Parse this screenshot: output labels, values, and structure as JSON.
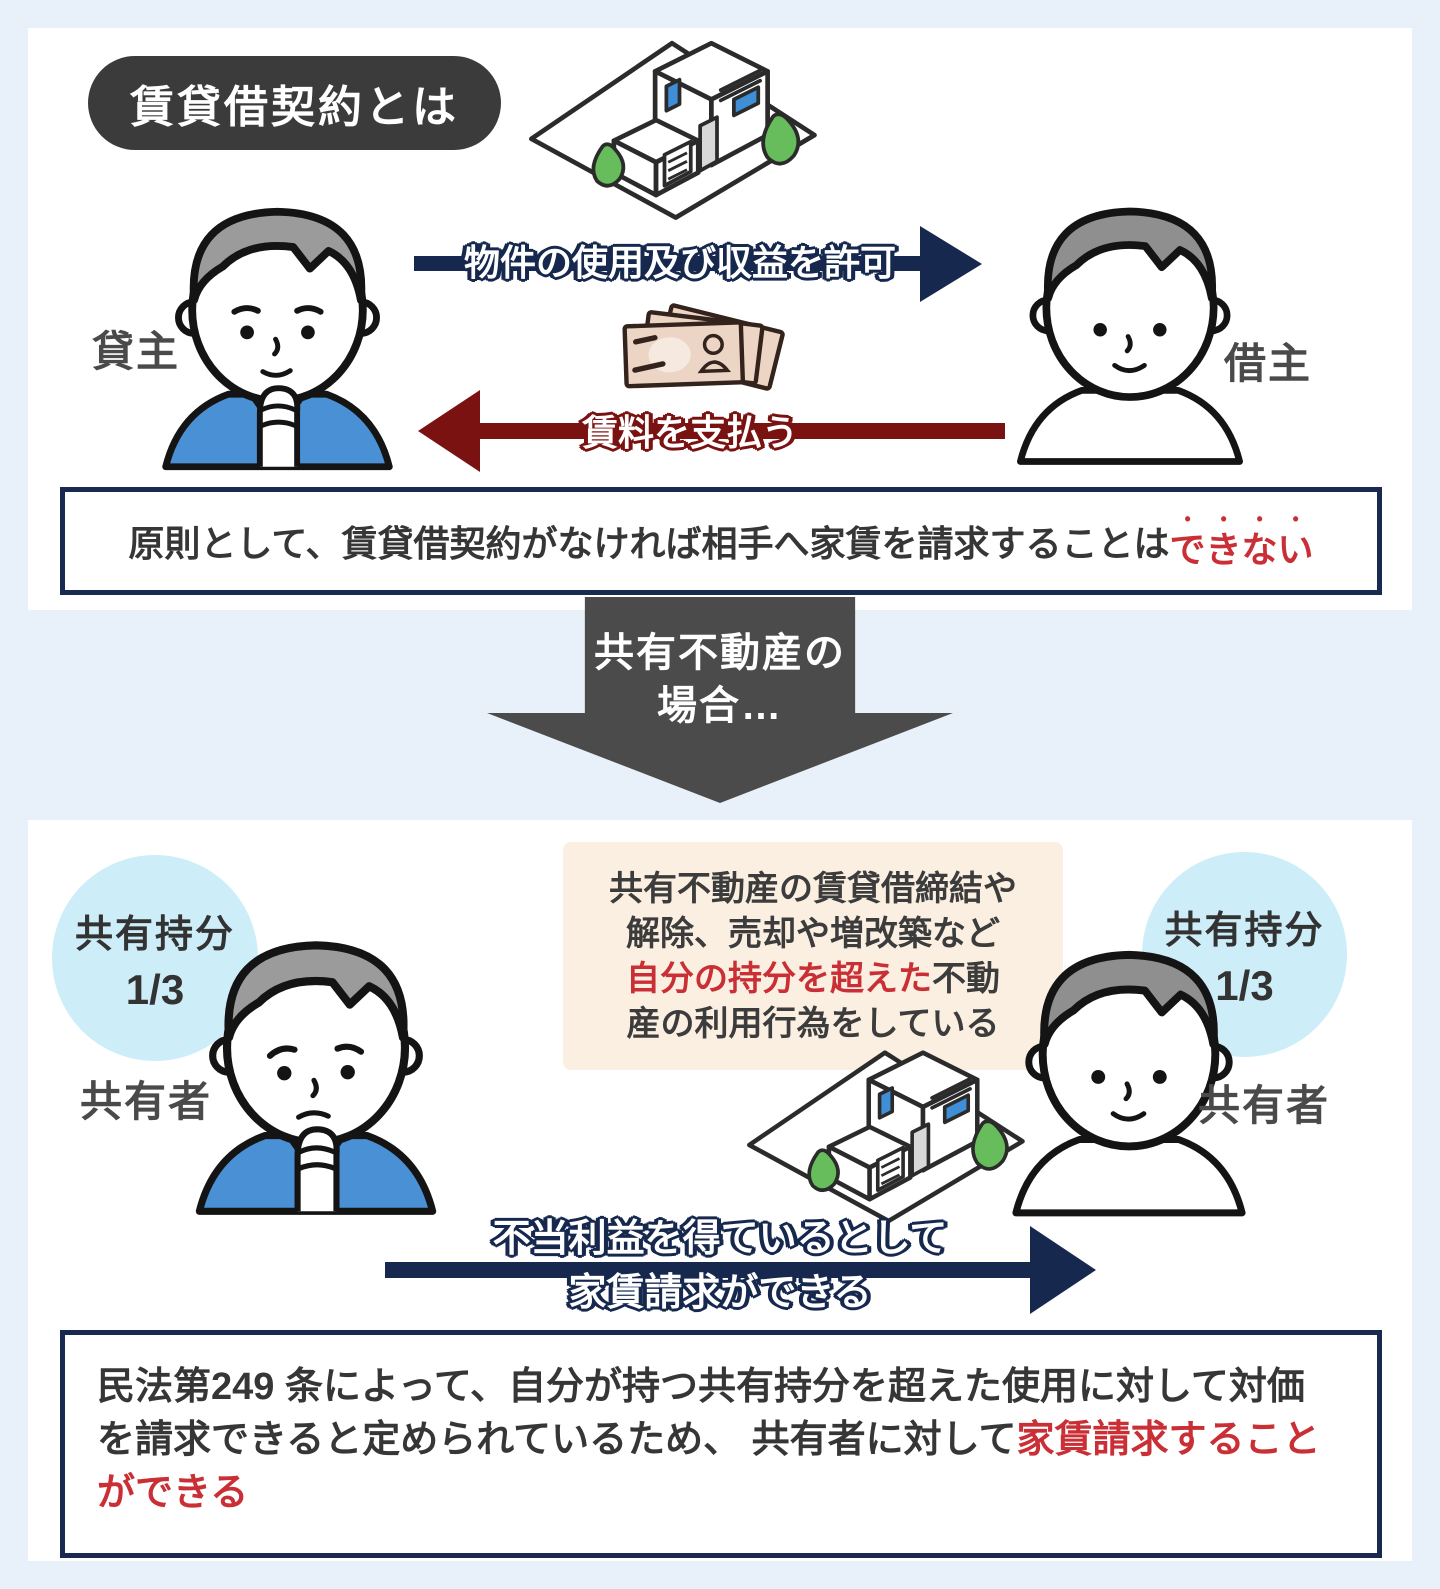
{
  "section1": {
    "badge": "賃貸借契約とは",
    "landlord": "貸主",
    "tenant": "借主",
    "permit_arrow": "物件の使用及び収益を許可",
    "rent_arrow": "賃料を支払う",
    "note_black": "原則として、賃貸借契約がなければ相手へ家賃を請求することは",
    "note_red": "できない"
  },
  "connector": {
    "line1": "共有不動産の",
    "line2": "場合…"
  },
  "section2": {
    "left_share_label": "共有持分",
    "left_share_value": "1/3",
    "left_role": "共有者",
    "right_share_label": "共有持分",
    "right_share_value": "1/3",
    "right_role": "共有者",
    "condition_line1": "共有不動産の賃貸借締結や",
    "condition_line2": "解除、売却や増改築など",
    "condition_red": "自分の持分を超えた",
    "condition_line3_rest": "不動",
    "condition_line4": "産の利用行為をしている",
    "claim_arrow_line1": "不当利益を得ているとして",
    "claim_arrow_line2": "家賃請求ができる",
    "note_line1": "民法第249 条によって、自分が持つ共有持分を超えた使用に対して対価",
    "note_line2_black": "を請求できると定められているため、 共有者に対して",
    "note_line2_red": "家賃請求すること",
    "note_line3_red": "ができる"
  },
  "colors": {
    "background": "#e8f1fa",
    "accent_navy": "#16284e",
    "accent_red": "#c92f35",
    "dark_red_arrow": "#7b1212",
    "connector_gray": "#4b4b4b",
    "share_circle_blue": "#cdeef9",
    "condition_peach": "#fbefe2",
    "sweater_blue": "#4a90d5"
  }
}
